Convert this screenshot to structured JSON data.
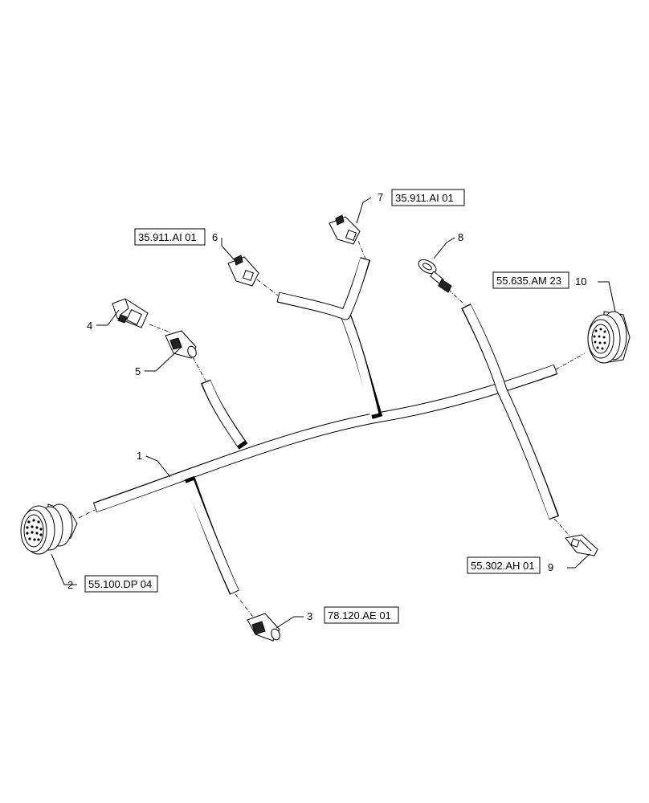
{
  "item_numbers": {
    "n1": "1",
    "n2": "2",
    "n3": "3",
    "n4": "4",
    "n5": "5",
    "n6": "6",
    "n7": "7",
    "n8": "8",
    "n9": "9",
    "n10": "10"
  },
  "references": {
    "r2": "55.100.DP 04",
    "r3": "78.120.AE 01",
    "r6": "35.911.AI 01",
    "r7": "35.911.AI 01",
    "r9": "55.302.AH 01",
    "r10": "55.635.AM 23"
  }
}
